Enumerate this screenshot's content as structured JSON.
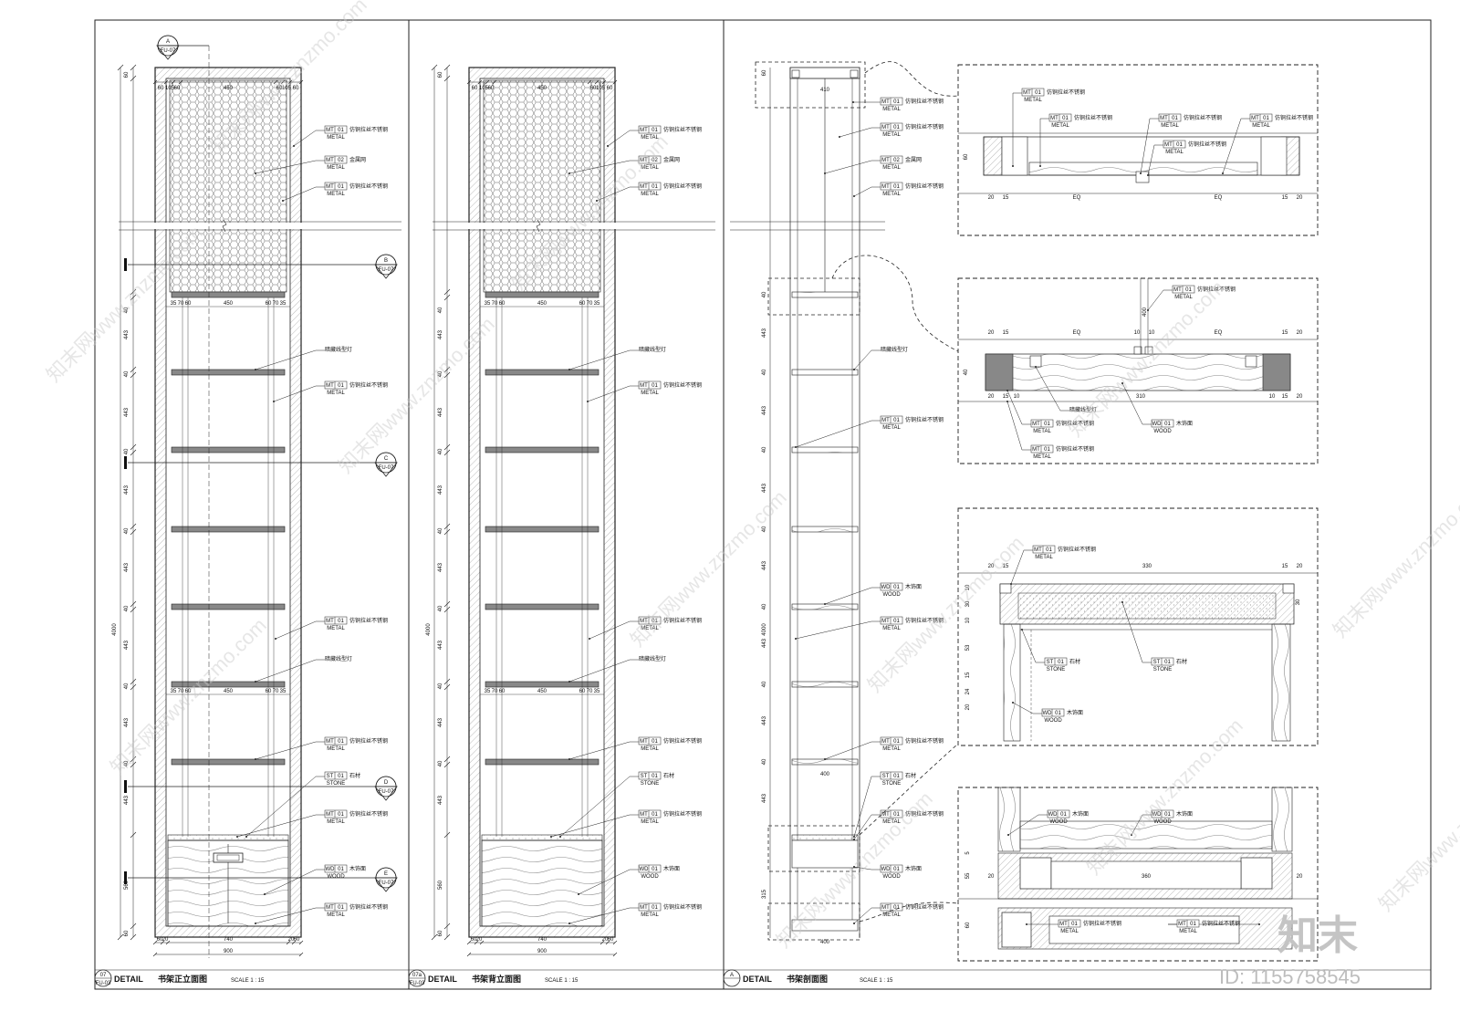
{
  "drawings": [
    {
      "badge_top": "07",
      "badge_bottom": "FU-03",
      "word": "DETAIL",
      "title": "书架正立面图",
      "scale": "SCALE 1 : 15"
    },
    {
      "badge_top": "07a",
      "badge_bottom": "FU-03",
      "word": "DETAIL",
      "title": "书架背立面图",
      "scale": "SCALE 1 : 15"
    },
    {
      "badge_top": "A",
      "badge_bottom": "",
      "word": "DETAIL",
      "title": "书架剖面图",
      "scale": "SCALE 1 : 15"
    }
  ],
  "section_markers": [
    {
      "letter": "A",
      "ref": "FU-07"
    },
    {
      "letter": "B",
      "ref": "FU-07"
    },
    {
      "letter": "C",
      "ref": "FU-07"
    },
    {
      "letter": "D",
      "ref": "FU-07"
    },
    {
      "letter": "E",
      "ref": "FU-07"
    }
  ],
  "materials": {
    "mt01": {
      "code": "MT",
      "num": "01",
      "name": "仿铜拉丝不锈钢",
      "sub": "METAL"
    },
    "mt02": {
      "code": "MT",
      "num": "02",
      "name": "金属网",
      "sub": "METAL"
    },
    "st01": {
      "code": "ST",
      "num": "01",
      "name": "石材",
      "sub": "STONE"
    },
    "wd01": {
      "code": "WD",
      "num": "01",
      "name": "木饰面",
      "sub": "WOOD"
    },
    "light": {
      "name": "暗藏线型灯"
    }
  },
  "dims": {
    "total_height": "4000",
    "top": "60",
    "shelf": "40",
    "gap": "443",
    "base": "560",
    "bottom": "60",
    "total_width": "900",
    "inner_width": "740",
    "mesh_width": "450",
    "side_60": "60",
    "side_20": "20",
    "side_70": "70",
    "side_35": "35",
    "side_105": "105",
    "side_15": "15",
    "section_400": "400",
    "detail_eq": "EQ",
    "detail_10": "10",
    "detail_310": "310",
    "detail_330": "330",
    "detail_360": "360",
    "detail_30": "30",
    "detail_53": "53",
    "detail_24": "24",
    "detail_55": "55",
    "detail_5": "5",
    "detail_315": "315",
    "detail_410": "410"
  },
  "watermark": "www.znzmo.com",
  "watermark_cn": "知末网",
  "logo": "知末",
  "id_text": "ID: 1155758545"
}
